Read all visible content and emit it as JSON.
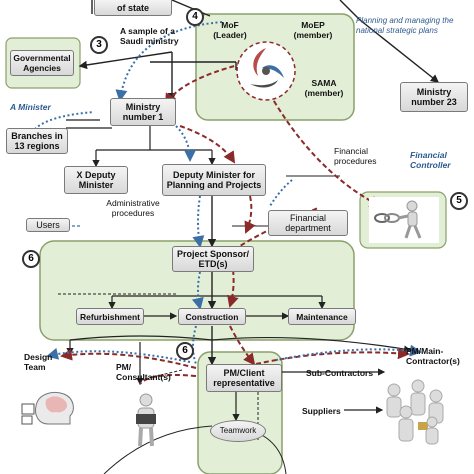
{
  "labels": {
    "of_state": "of state",
    "sample_saudi": "A sample of a Saudi ministry",
    "governmental_agencies": "Governmental Agencies",
    "mof": "MoF (Leader)",
    "moep": "MoEP (member)",
    "sama": "SAMA (member)",
    "planning_note": "Planning and managing the national strategic plans",
    "ministry_23": "Ministry number 23",
    "a_minister": "A Minister",
    "ministry_1": "Ministry number 1",
    "branches": "Branches in 13 regions",
    "x_deputy": "X Deputy Minister",
    "deputy_planning": "Deputy Minister for Planning and Projects",
    "financial_procedures": "Financial procedures",
    "financial_controller": "Financial Controller",
    "administrative_procedures": "Administrative procedures",
    "users": "Users",
    "financial_department": "Financial department",
    "project_sponsor": "Project Sponsor/ ETD(s)",
    "refurbishment": "Refurbishment",
    "construction": "Construction",
    "maintenance": "Maintenance",
    "design_team": "Design Team",
    "pm_consultant": "PM/ Consultant(s)",
    "pm_client": "PM/Client representative",
    "sub_contractors": "Sub-Contractors",
    "pm_main_contractor": "PM/Main-Contractor(s)",
    "suppliers": "Suppliers",
    "teamwork": "Teamwork"
  },
  "numbers": {
    "n3": "3",
    "n4": "4",
    "n5": "5",
    "n6a": "6",
    "n6b": "6"
  },
  "colors": {
    "panel_fill": "#e3eed6",
    "panel_border": "#8aa06a",
    "arrow_red": "#8b2a2a",
    "arrow_blue": "#3b6fa6",
    "arrow_black": "#222222",
    "accent_blue": "#2c5a8f"
  },
  "icons": [
    "chain-link-figure-icon",
    "thinking-head-icon",
    "consultant-figure-icon",
    "contractor-group-icon",
    "ministry-triad-logo-icon"
  ]
}
